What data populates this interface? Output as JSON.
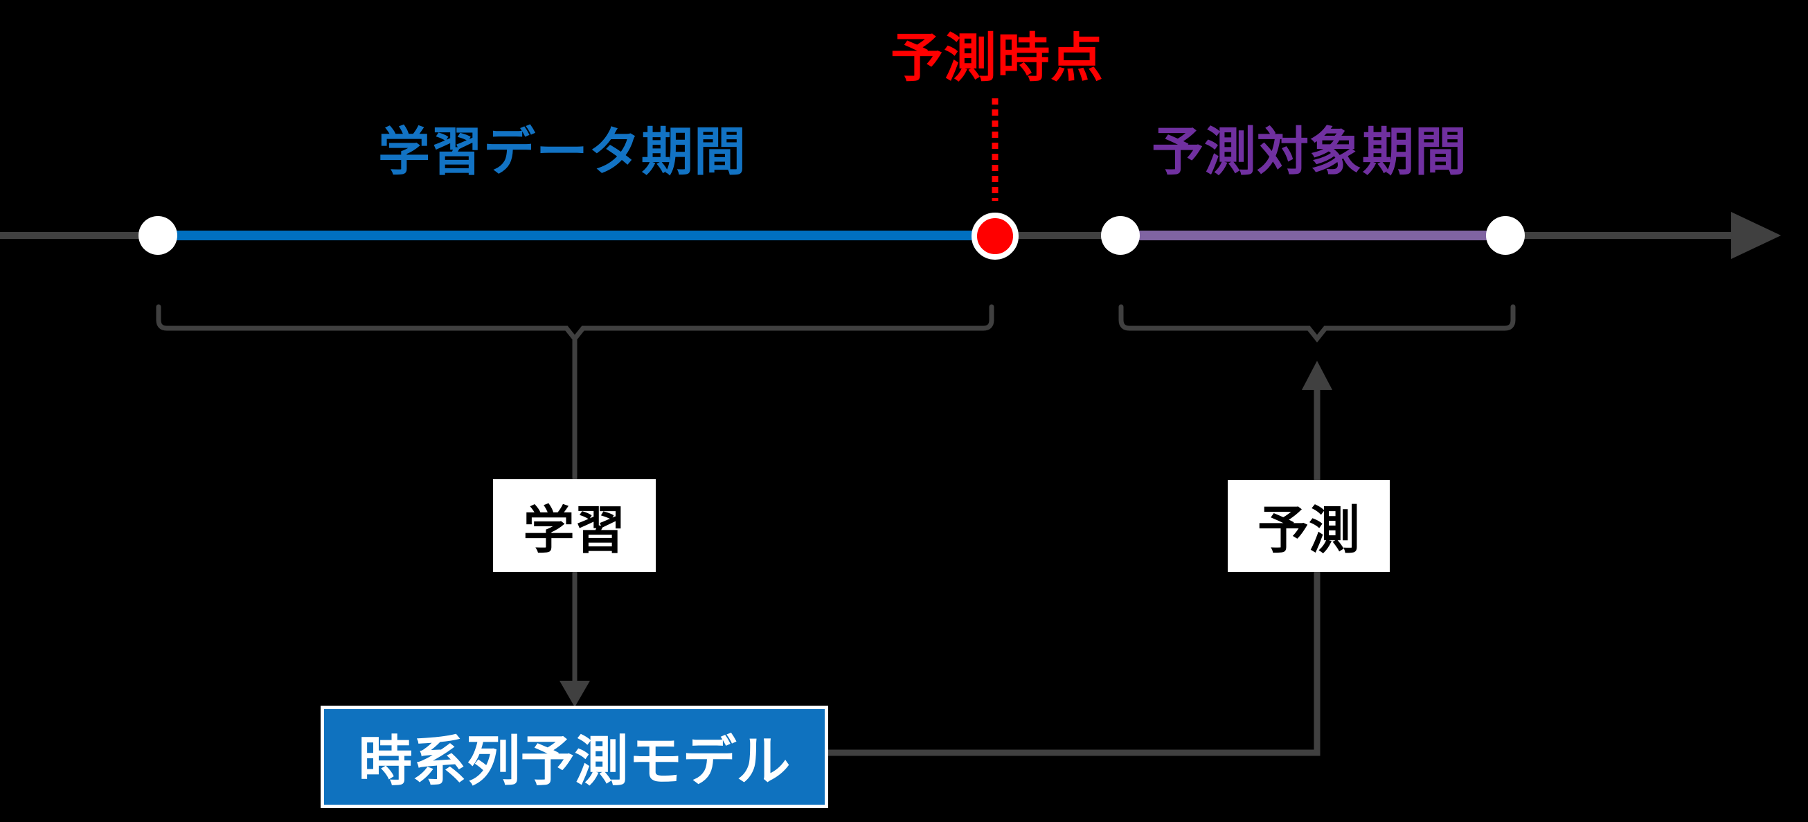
{
  "canvas": {
    "background": "#000000"
  },
  "labels": {
    "prediction_point": {
      "text": "予測時点",
      "color": "#FF0000"
    },
    "training_period": {
      "text": "学習データ期間",
      "color": "#1273C4"
    },
    "forecast_period": {
      "text": "予測対象期間",
      "color": "#7030A0"
    }
  },
  "boxes": {
    "training": {
      "text": "学習",
      "bg": "#FFFFFF",
      "text_color": "#000000"
    },
    "prediction": {
      "text": "予測",
      "bg": "#FFFFFF",
      "text_color": "#000000"
    },
    "model": {
      "text": "時系列予測モデル",
      "bg": "#0F72BF",
      "text_color": "#FFFFFF",
      "border_color": "#FFFFFF"
    }
  },
  "timeline": {
    "axis_color": "#404040",
    "training_segment_color": "#0070C0",
    "forecast_segment_color": "#8064A2",
    "marker_fill": "#FFFFFF",
    "prediction_marker_fill": "#FF0000",
    "prediction_marker_ring": "#FFFFFF",
    "dotted_line_color": "#FF0000"
  },
  "connectors": {
    "color": "#404040"
  }
}
